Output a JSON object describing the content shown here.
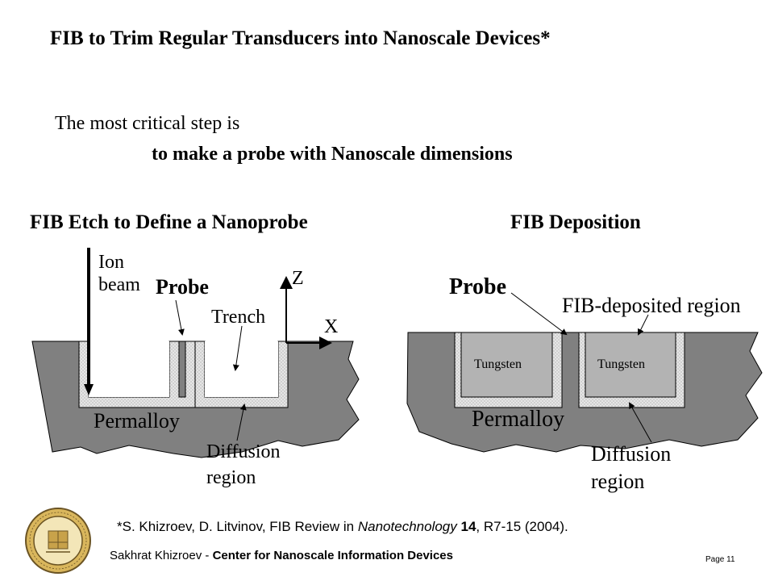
{
  "slide": {
    "title": "FIB to Trim Regular Transducers into Nanoscale Devices*",
    "intro_line1": "The most critical step is",
    "intro_line2": "to make a probe with Nanoscale dimensions"
  },
  "left_diagram": {
    "heading": "FIB Etch to Define a Nanoprobe",
    "ion_label_1": "Ion",
    "ion_label_2": "beam",
    "probe_label": "Probe",
    "trench_label": "Trench",
    "z_label": "Z",
    "x_label": "X",
    "permalloy_label": "Permalloy",
    "diffusion_label_1": "Diffusion",
    "diffusion_label_2": "region"
  },
  "right_diagram": {
    "heading": "FIB Deposition",
    "probe_label": "Probe",
    "deposited_label": "FIB-deposited region",
    "tungsten_left": "Tungsten",
    "tungsten_right": "Tungsten",
    "permalloy_label": "Permalloy",
    "diffusion_label_1": "Diffusion",
    "diffusion_label_2": "region"
  },
  "footer": {
    "ref_prefix": "*S. Khizroev, D. Litvinov, FIB Review in ",
    "ref_journal": "Nanotechnology",
    "ref_volume": "14",
    "ref_pages": ", R7-15 (2004).",
    "author_name": "Sakhrat Khizroev - ",
    "author_center": "Center for Nanoscale Information Devices",
    "page_number": "Page 11"
  },
  "colors": {
    "substrate": "#808080",
    "diffusion": "#d4d4d4",
    "tungsten": "#b3b3b3",
    "seal_gold": "#c8a24a"
  }
}
